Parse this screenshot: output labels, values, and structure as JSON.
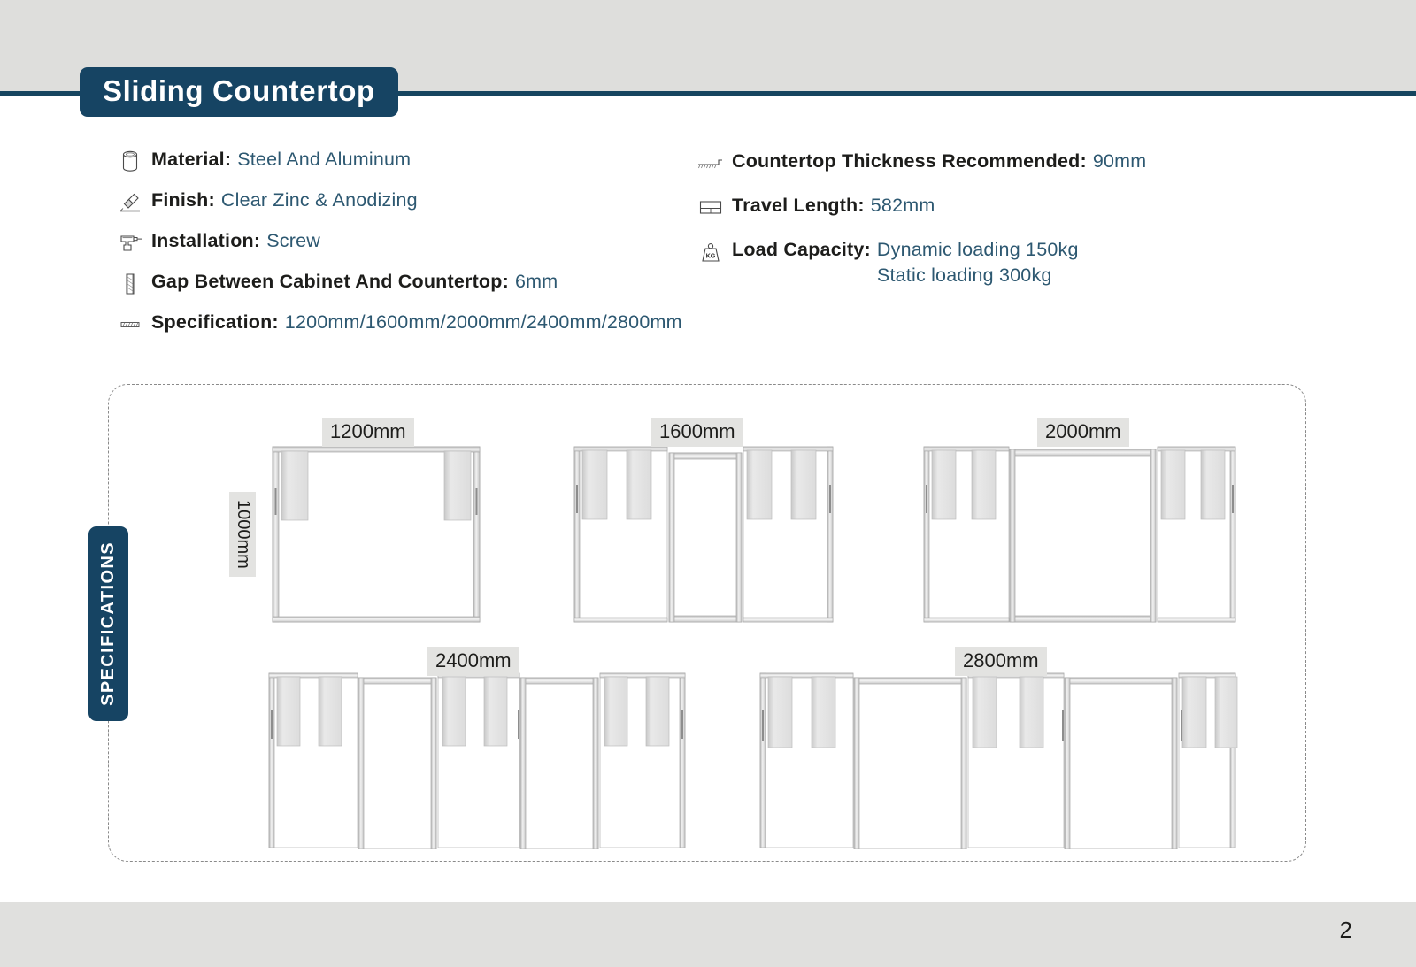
{
  "page": {
    "title": "Sliding Countertop",
    "page_number": "2",
    "side_tab_label": "SPECIFICATIONS",
    "colors": {
      "navy": "#164463",
      "value_text": "#2d5871",
      "label_text": "#1d1d1b",
      "band_gray": "#dededc",
      "chip_gray": "#e3e3e1",
      "dashed_border": "#8a8a8a"
    }
  },
  "specs_left": [
    {
      "icon": "cylinder-can-icon",
      "label": "Material:",
      "value": "Steel And Aluminum"
    },
    {
      "icon": "paint-brush-icon",
      "label": "Finish:",
      "value": "Clear Zinc & Anodizing"
    },
    {
      "icon": "power-drill-icon",
      "label": "Installation:",
      "value": "Screw"
    },
    {
      "icon": "gap-bar-icon",
      "label": "Gap Between Cabinet And Countertop:",
      "value": "6mm"
    }
  ],
  "specs_right": [
    {
      "icon": "countertop-thickness-icon",
      "label": "Countertop Thickness Recommended:",
      "value": "90mm"
    },
    {
      "icon": "travel-length-icon",
      "label": "Travel Length:",
      "value": "582mm"
    },
    {
      "icon": "kg-weight-icon",
      "label": "Load Capacity:",
      "value_lines": [
        "Dynamic loading 150kg",
        "Static loading 300kg"
      ]
    }
  ],
  "specification_row": {
    "icon": "hatched-strip-icon",
    "label": "Specification:",
    "value": "1200mm/1600mm/2000mm/2400mm/2800mm"
  },
  "diagrams": {
    "height_label": "1000mm",
    "items": [
      {
        "name": "frame-1200",
        "width_label": "1200mm",
        "segments": 1
      },
      {
        "name": "frame-1600",
        "width_label": "1600mm",
        "segments": 3
      },
      {
        "name": "frame-2000",
        "width_label": "2000mm",
        "segments": 3
      },
      {
        "name": "frame-2400",
        "width_label": "2400mm",
        "segments": 5
      },
      {
        "name": "frame-2800",
        "width_label": "2800mm",
        "segments": 5
      }
    ]
  }
}
